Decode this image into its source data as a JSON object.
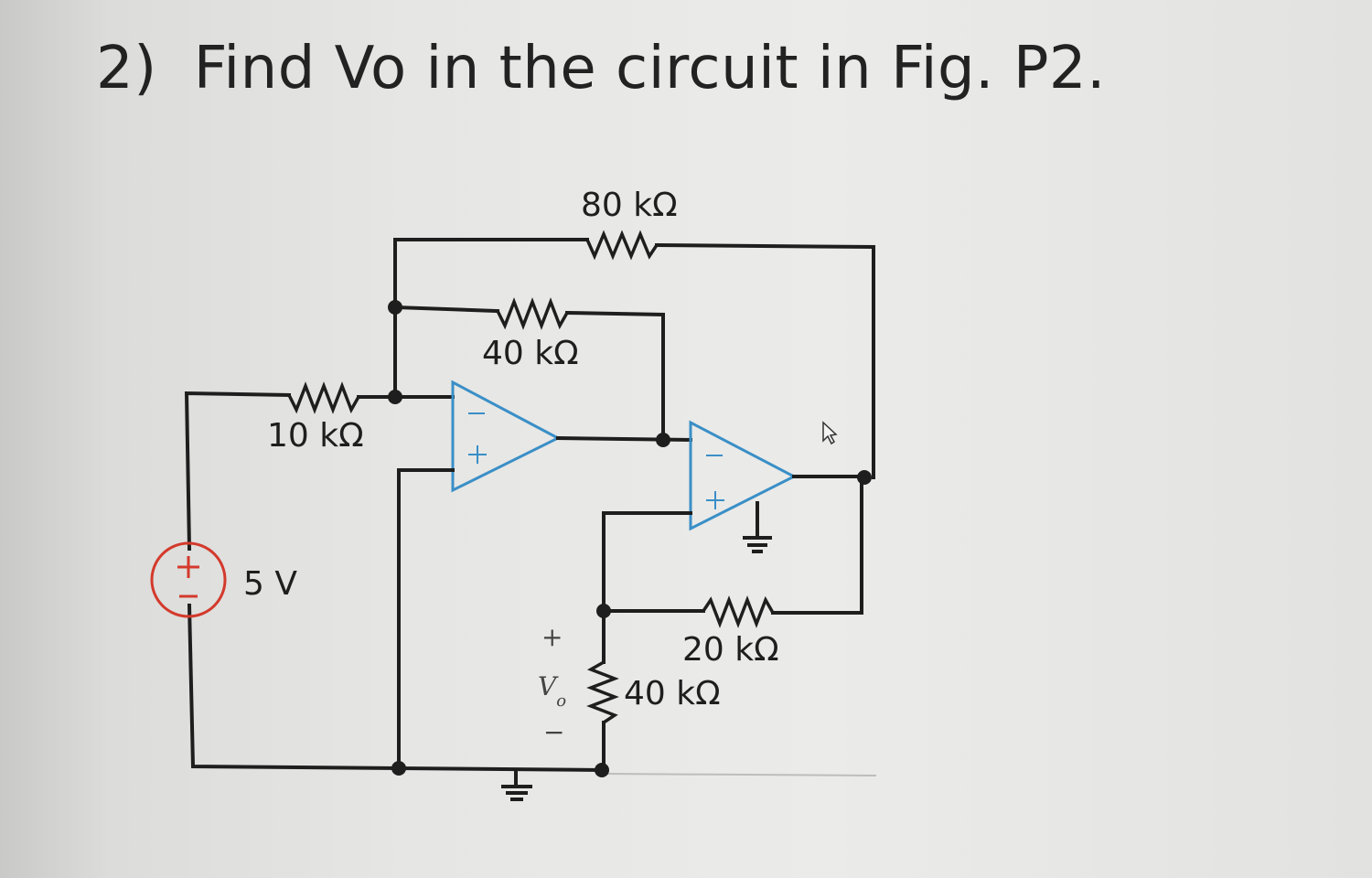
{
  "question": {
    "number": "2)",
    "text": "Find Vo in the circuit in Fig. P2."
  },
  "circuit": {
    "labels": {
      "r_feedback_top": "80 kΩ",
      "r_feedback_inner": "40 kΩ",
      "r_input": "10 kΩ",
      "source": "5 V",
      "r_feedback_output": "20 kΩ",
      "r_ground": "40 kΩ",
      "vo_plus": "+",
      "vo_label": "V",
      "vo_sub": "o",
      "vo_minus": "−"
    },
    "colors": {
      "wire": "#1e1e1e",
      "opamp": "#3a8fc7",
      "source": "#d33a2c"
    }
  }
}
